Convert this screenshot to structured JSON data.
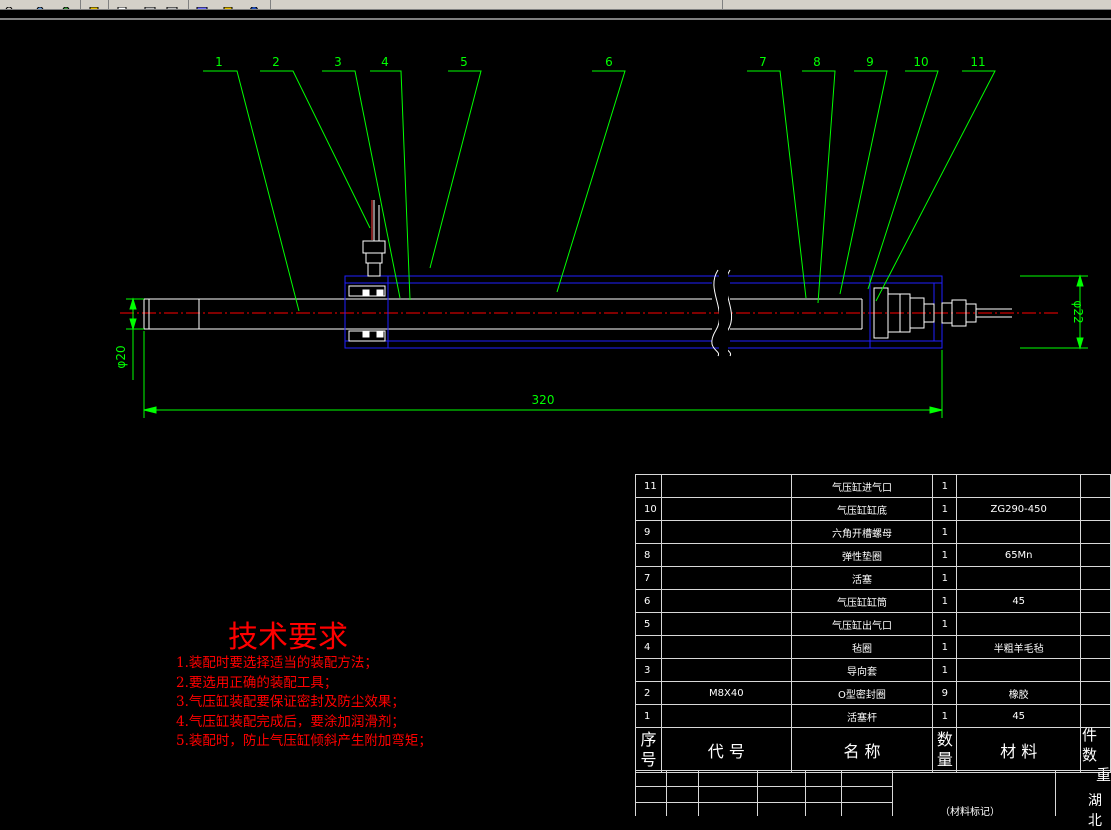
{
  "balloons": [
    "1",
    "2",
    "3",
    "4",
    "5",
    "6",
    "7",
    "8",
    "9",
    "10",
    "11"
  ],
  "dimensions": {
    "length": "320",
    "rod_dia": "φ20",
    "cyl_dia": "φ22"
  },
  "tech": {
    "title": "技术要求",
    "items": [
      "1.装配时要选择适当的装配方法；",
      "2.要选用正确的装配工具；",
      "3.气压缸装配要保证密封及防尘效果；",
      "4.气压缸装配完成后，要涂加润滑剂；",
      "5.装配时，防止气压缸倾斜产生附加弯矩；"
    ]
  },
  "bom": {
    "rows": [
      {
        "no": "11",
        "code": "",
        "name": "气压缸进气口",
        "qty": "1",
        "material": ""
      },
      {
        "no": "10",
        "code": "",
        "name": "气压缸缸底",
        "qty": "1",
        "material": "ZG290-450"
      },
      {
        "no": "9",
        "code": "",
        "name": "六角开槽螺母",
        "qty": "1",
        "material": ""
      },
      {
        "no": "8",
        "code": "",
        "name": "弹性垫圈",
        "qty": "1",
        "material": "65Mn"
      },
      {
        "no": "7",
        "code": "",
        "name": "活塞",
        "qty": "1",
        "material": ""
      },
      {
        "no": "6",
        "code": "",
        "name": "气压缸缸筒",
        "qty": "1",
        "material": "45"
      },
      {
        "no": "5",
        "code": "",
        "name": "气压缸出气口",
        "qty": "1",
        "material": ""
      },
      {
        "no": "4",
        "code": "",
        "name": "毡圈",
        "qty": "1",
        "material": "半粗羊毛毡"
      },
      {
        "no": "3",
        "code": "",
        "name": "导向套",
        "qty": "1",
        "material": ""
      },
      {
        "no": "2",
        "code": "M8X40",
        "name": "O型密封圈",
        "qty": "9",
        "material": "橡胶"
      },
      {
        "no": "1",
        "code": "",
        "name": "活塞杆",
        "qty": "1",
        "material": "45"
      }
    ],
    "header": {
      "no_a": "序",
      "no_b": "号",
      "code": "代 号",
      "name": "名 称",
      "qty_a": "数",
      "qty_b": "量",
      "material": "材 料",
      "last_a": "件数",
      "last_b": "重"
    },
    "material_note": "（材料标记）",
    "company": "湖北"
  },
  "colors": {
    "leader": "#00ff00",
    "centerline": "#ff0000",
    "cylinder": "#0000ff",
    "text": "#ffffff",
    "tech": "#ff0000"
  }
}
